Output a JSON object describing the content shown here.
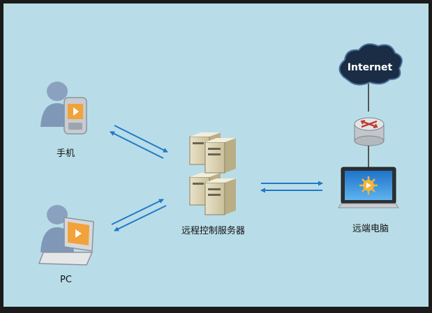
{
  "nodes": {
    "phone": {
      "label": "手机",
      "icon": "phone-user-icon"
    },
    "pc": {
      "label": "PC",
      "icon": "laptop-user-icon"
    },
    "server": {
      "label": "远程控制服务器",
      "icon": "server-rack-icon"
    },
    "remote": {
      "label": "远端电脑",
      "icon": "monitor-icon"
    },
    "internet": {
      "label": "Internet",
      "icon": "cloud-icon"
    },
    "router": {
      "icon": "router-icon"
    }
  },
  "colors": {
    "background": "#b9dde8",
    "frame": "#1b1b1b",
    "arrow": "#1f78c8",
    "cloud": "#1a2d45",
    "router": "#d0d3d6",
    "router_arrows": "#c0392b"
  }
}
